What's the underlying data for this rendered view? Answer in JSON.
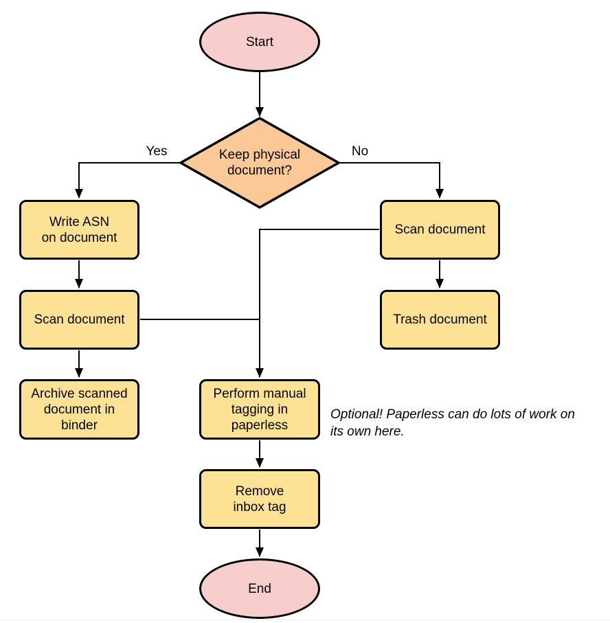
{
  "diagram": {
    "type": "flowchart",
    "colors": {
      "terminal_fill": "#F8CECC",
      "decision_fill": "#FAC997",
      "process_fill": "#FDE295",
      "stroke": "#000000",
      "background": "#FFFFFF"
    },
    "nodes": {
      "start": {
        "shape": "ellipse",
        "label": "Start"
      },
      "decision": {
        "shape": "diamond",
        "label": "Keep physical\ndocument?"
      },
      "write_asn": {
        "shape": "process",
        "label": "Write ASN\non document"
      },
      "scan_left": {
        "shape": "process",
        "label": "Scan document"
      },
      "archive": {
        "shape": "process",
        "label": "Archive scanned\ndocument in\nbinder"
      },
      "scan_right": {
        "shape": "process",
        "label": "Scan document"
      },
      "trash": {
        "shape": "process",
        "label": "Trash document"
      },
      "tagging": {
        "shape": "process",
        "label": "Perform manual\ntagging in\npaperless"
      },
      "remove_inbox": {
        "shape": "process",
        "label": "Remove\ninbox tag"
      },
      "end": {
        "shape": "ellipse",
        "label": "End"
      }
    },
    "edge_labels": {
      "yes": "Yes",
      "no": "No"
    },
    "edges": [
      {
        "from": "start",
        "to": "decision"
      },
      {
        "from": "decision",
        "to": "write_asn",
        "label": "Yes"
      },
      {
        "from": "decision",
        "to": "scan_right",
        "label": "No"
      },
      {
        "from": "write_asn",
        "to": "scan_left"
      },
      {
        "from": "scan_left",
        "to": "archive"
      },
      {
        "from": "scan_left",
        "to": "tagging"
      },
      {
        "from": "scan_right",
        "to": "trash"
      },
      {
        "from": "scan_right",
        "to": "tagging"
      },
      {
        "from": "tagging",
        "to": "remove_inbox"
      },
      {
        "from": "remove_inbox",
        "to": "end"
      }
    ],
    "annotation": {
      "text": "Optional! Paperless can do lots of work on\nits own here."
    }
  }
}
